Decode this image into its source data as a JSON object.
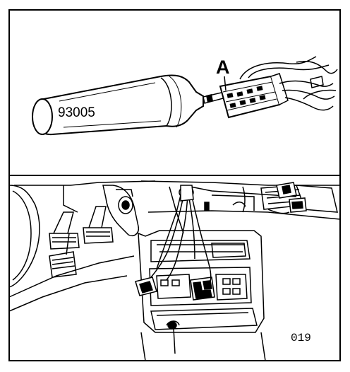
{
  "figure": {
    "tool_label": "93005",
    "callout_label": "A",
    "figure_number": "019"
  },
  "colors": {
    "ink": "#000000",
    "paper": "#ffffff"
  },
  "panels": [
    {
      "name": "tool-detail-panel",
      "depicts": "special-tool-inserted-into-connector"
    },
    {
      "name": "dashboard-panel",
      "depicts": "center-console-with-wiring-harness"
    }
  ]
}
